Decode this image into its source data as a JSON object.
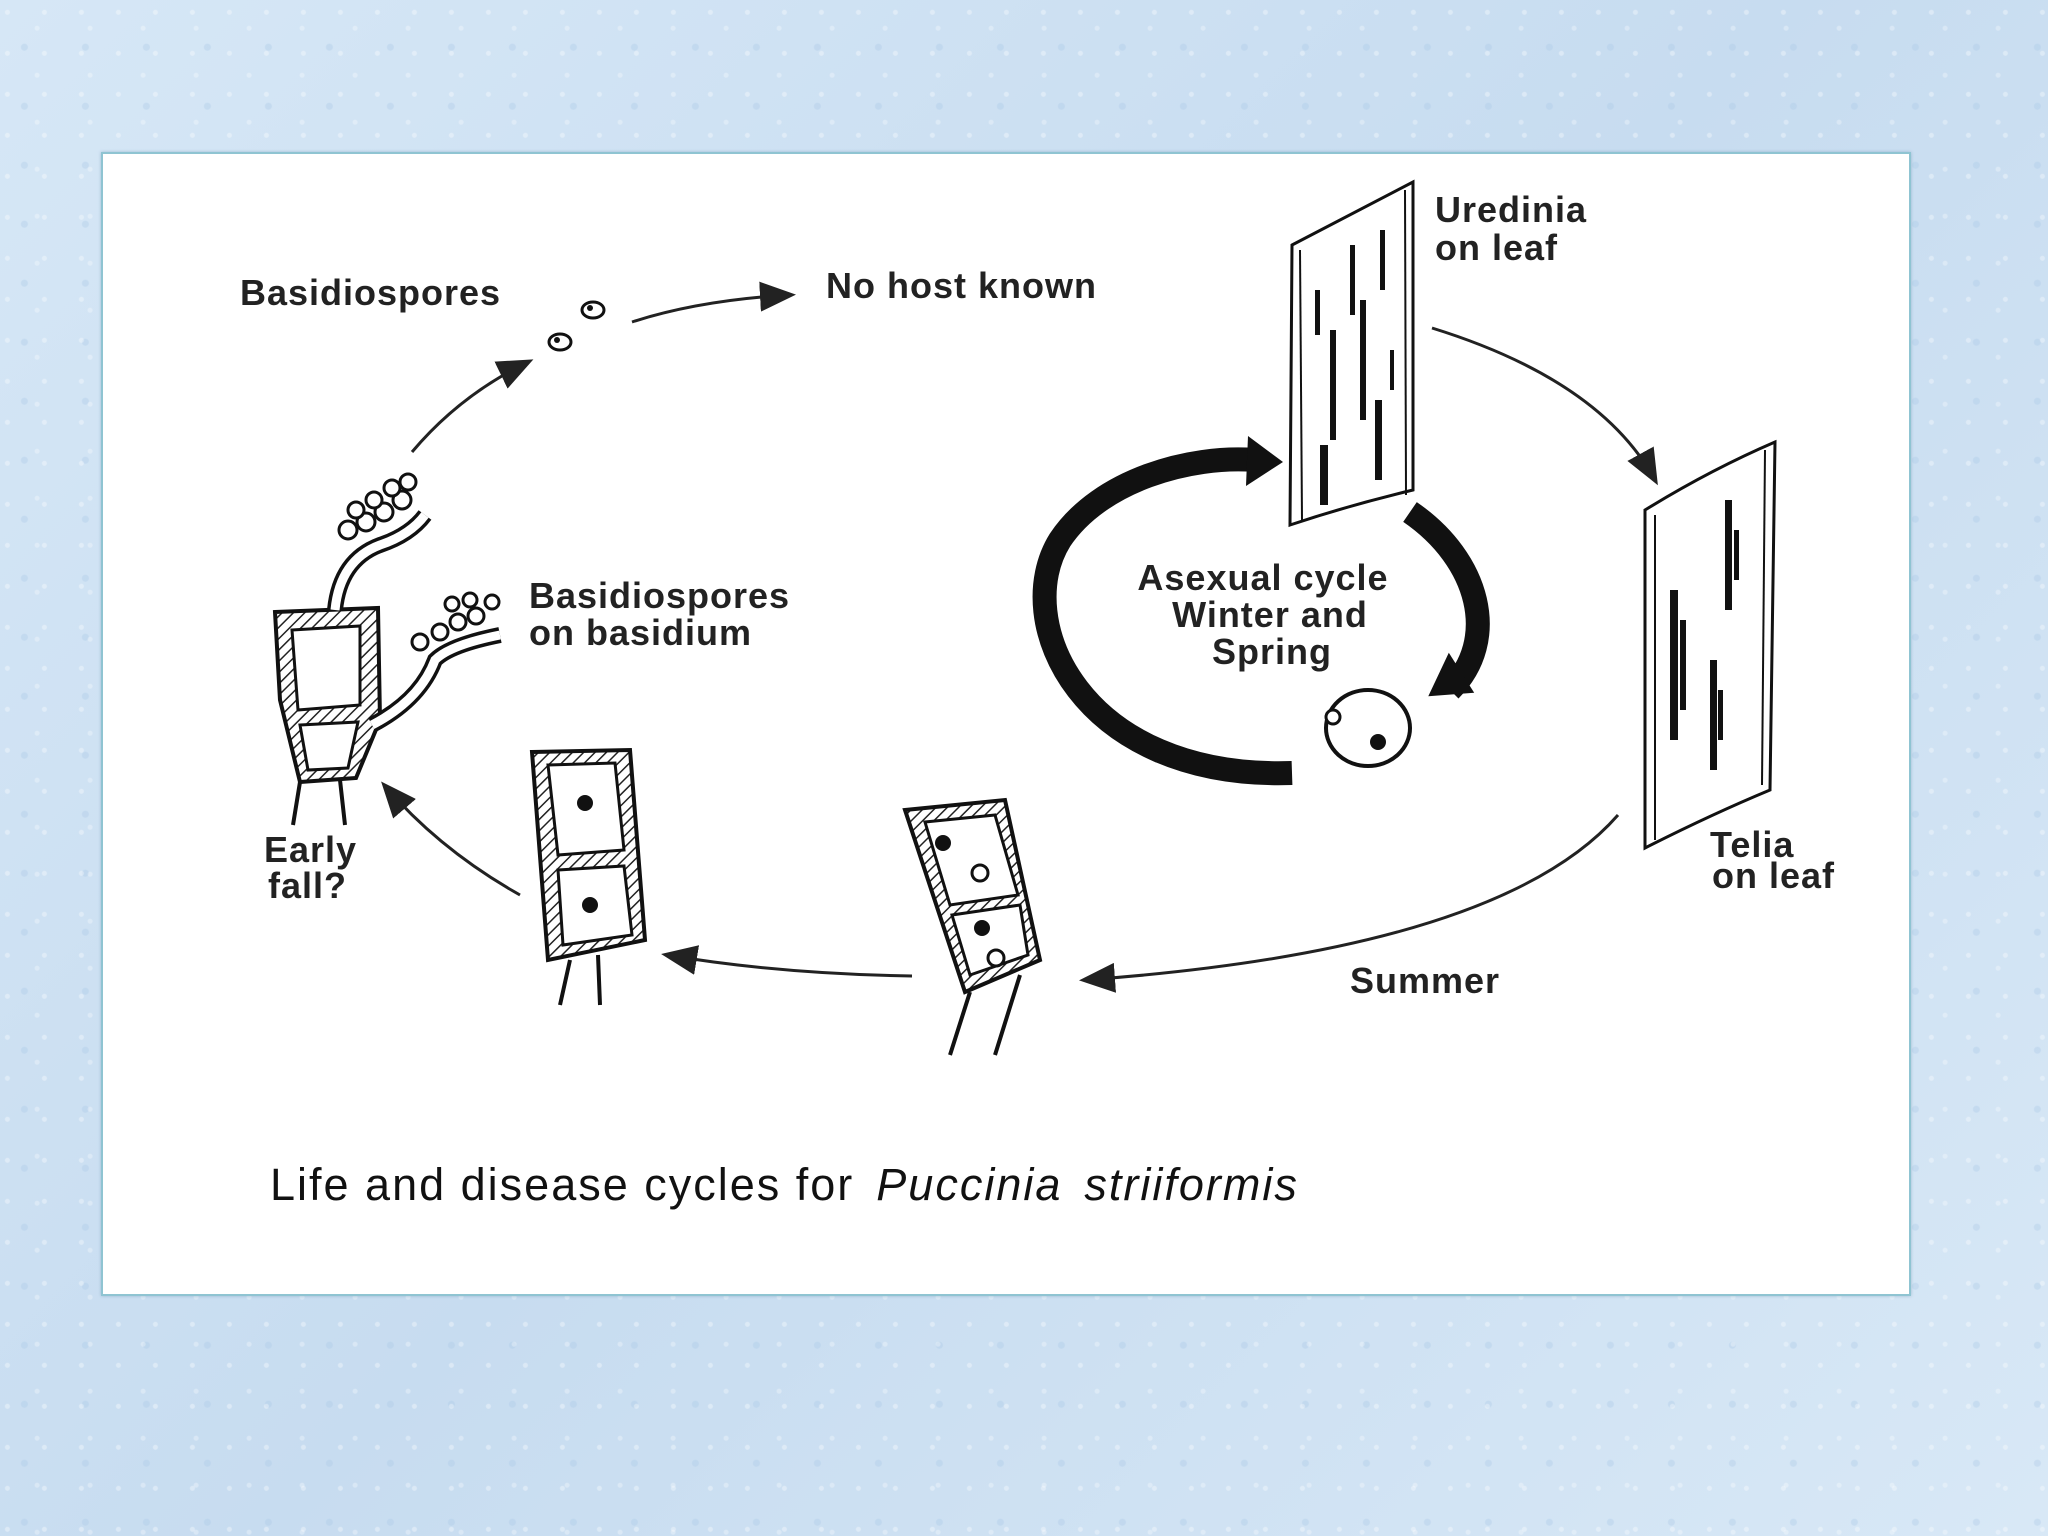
{
  "diagram": {
    "labels": {
      "basidiospores_top": "Basidiospores",
      "no_host": "No host known",
      "uredinia_line1": "Uredinia",
      "uredinia_line2": "on leaf",
      "basidium_line1": "Basidiospores",
      "basidium_line2": "on basidium",
      "asexual_line1": "Asexual cycle",
      "asexual_line2": "Winter and",
      "asexual_line3": "Spring",
      "telia_line1": "Telia",
      "telia_line2": "on leaf",
      "early_fall_line1": "Early",
      "early_fall_line2": "fall?",
      "summer": "Summer"
    },
    "caption": {
      "prefix": "Life and disease cycles for",
      "genus": "Puccinia",
      "species": "striiformis"
    }
  }
}
